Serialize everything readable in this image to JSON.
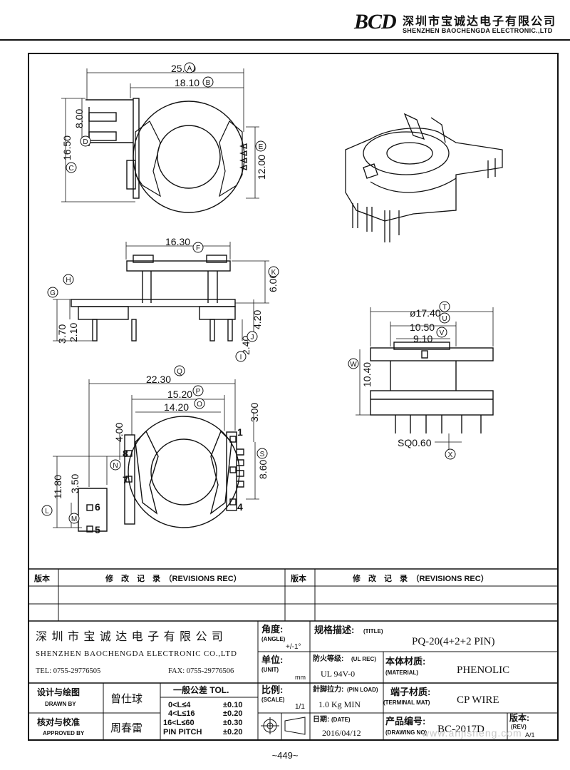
{
  "header": {
    "logo": "BCD",
    "company_cn": "深圳市宝诚达电子有限公司",
    "company_en": "SHENZHEN BAOCHENGDA ELECTRONIC.,LTD"
  },
  "dimensions": {
    "a": "25.00",
    "b": "18.10",
    "c": "16.50",
    "d": "8.00",
    "e": "12.00",
    "f": "16.30",
    "k": "6.00",
    "h": "",
    "g": "3.70",
    "g2": "2.10",
    "i": "2.40",
    "j": "4.20",
    "q": "22.30",
    "p": "15.20",
    "o": "14.20",
    "n": "4.00",
    "s": "3.00",
    "s2": "8.60",
    "l": "11.80",
    "m": "3.50",
    "t": "ø17.40",
    "u": "10.50",
    "v": "9.10",
    "w": "10.40",
    "x": "SQ0.60"
  },
  "markers": [
    "A",
    "B",
    "C",
    "D",
    "E",
    "F",
    "G",
    "H",
    "I",
    "J",
    "K",
    "L",
    "M",
    "N",
    "O",
    "P",
    "Q",
    "S",
    "T",
    "U",
    "V",
    "W",
    "X"
  ],
  "pins": [
    "1",
    "4",
    "5",
    "6",
    "7",
    "8"
  ],
  "revisions": {
    "col_ver": "版本",
    "col_rec": "修　改　记　录　（REVISIONS REC）"
  },
  "titleblock": {
    "company_cn": "深 圳 市 宝 诚 达 电 子 有 限 公 司",
    "company_en": "SHENZHEN BAOCHENGDA ELECTRONIC CO.,LTD",
    "tel": "TEL: 0755-29776505",
    "fax": "FAX: 0755-29776506",
    "angle_label": "角度:",
    "angle_en": "(ANGLE)",
    "angle_val": "+/-1°",
    "unit_label": "单位:",
    "unit_en": "(UNIT)",
    "unit_val": "mm",
    "scale_label": "比例:",
    "scale_en": "(SCALE)",
    "scale_val": "1/1",
    "title_label": "规格描述:",
    "title_en": "(TITLE)",
    "title_val": "PQ-20(4+2+2 PIN)",
    "ul_label": "防火等级:",
    "ul_en": "(UL REC)",
    "ul_val": "UL 94V-0",
    "mat_label": "本体材质:",
    "mat_en": "(MATERIAL)",
    "mat_val": "PHENOLIC",
    "pin_load_label": "針脚拉力:",
    "pin_load_en": "(PIN LOAD)",
    "pin_load_val": "1.0 Kg MIN",
    "term_label": "端子材质:",
    "term_en": "(TERMINAL MAT)",
    "term_val": "CP WIRE",
    "date_label": "日期:",
    "date_en": "(DATE)",
    "date_val": "2016/04/12",
    "dwg_label": "产品编号:",
    "dwg_en": "(DRAWING NO)",
    "dwg_val": "BC-2017D",
    "rev_label": "版本:",
    "rev_en": "(REV)",
    "rev_val": "A/1",
    "drawn_label": "设计与绘图",
    "drawn_en": "DRAWN BY",
    "drawn_val": "曾仕球",
    "approved_label": "核对与校准",
    "approved_en": "APPROVED BY",
    "approved_val": "周春雷",
    "tol_title": "一般公差 TOL.",
    "tol_rows": [
      [
        "0<L≤4",
        "±0.10"
      ],
      [
        "4<L≤16",
        "±0.20"
      ],
      [
        "16<L≤60",
        "±0.30"
      ],
      [
        "PIN PITCH",
        "±0.20"
      ]
    ]
  },
  "page_number": "~449~",
  "watermark": "www.ahjisheng.com"
}
